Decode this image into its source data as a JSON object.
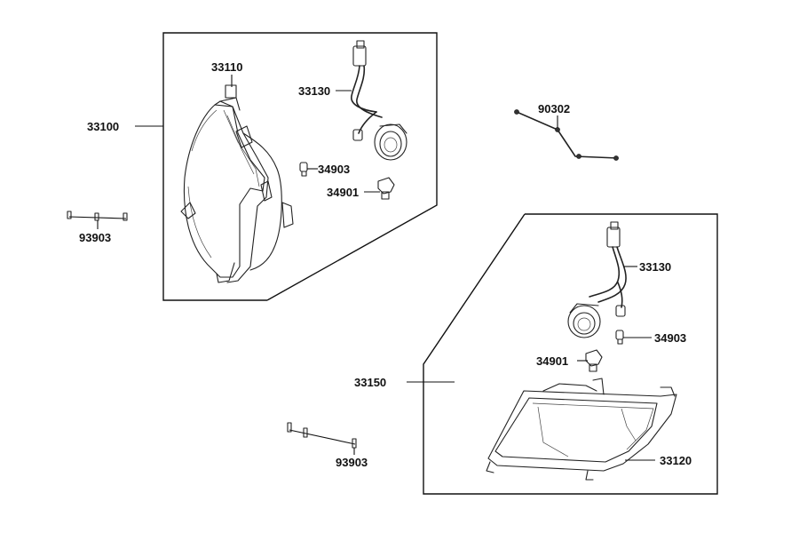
{
  "labels": {
    "l_33100": "33100",
    "l_33110": "33110",
    "l_33130_top": "33130",
    "l_34903_top": "34903",
    "l_34901_top": "34901",
    "l_93903_left": "93903",
    "l_90302": "90302",
    "l_33130_bottom": "33130",
    "l_34903_bottom": "34903",
    "l_34901_bottom": "34901",
    "l_33150": "33150",
    "l_33120": "33120",
    "l_93903_bottom": "93903"
  },
  "colors": {
    "line": "#111111",
    "background": "#ffffff"
  }
}
